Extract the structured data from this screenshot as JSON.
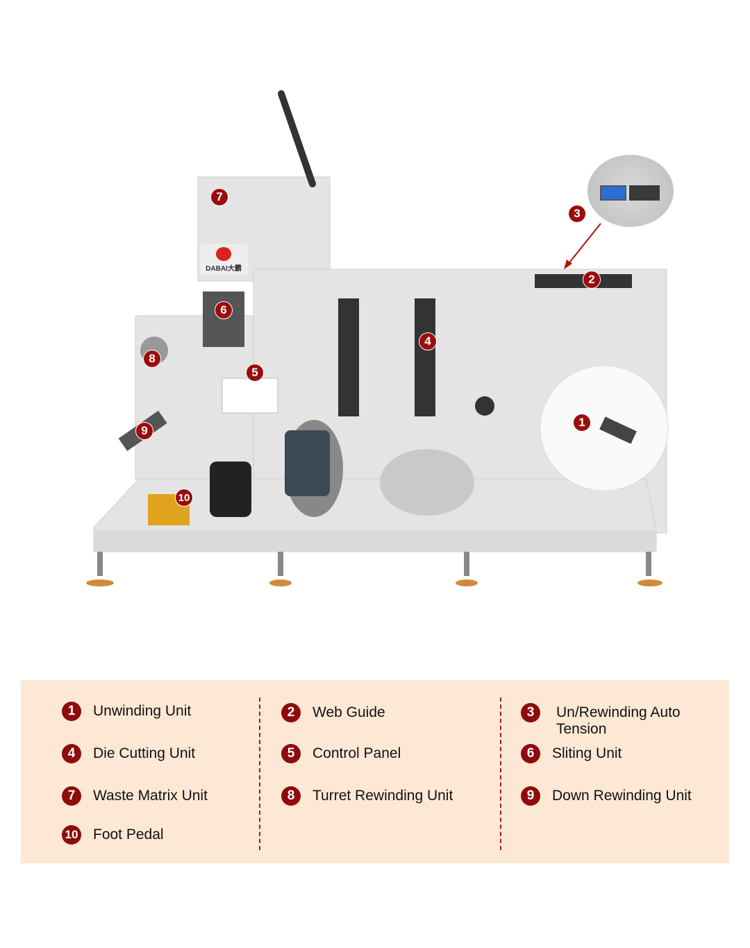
{
  "brand_logo": "DABAI大霸",
  "callouts": [
    "1",
    "2",
    "3",
    "4",
    "5",
    "6",
    "7",
    "8",
    "9",
    "10"
  ],
  "legend": [
    {
      "num": "1",
      "label": "Unwinding Unit"
    },
    {
      "num": "2",
      "label": "Web Guide"
    },
    {
      "num": "3",
      "label": "Un/Rewinding Auto Tension"
    },
    {
      "num": "4",
      "label": "Die Cutting Unit"
    },
    {
      "num": "5",
      "label": "Control Panel"
    },
    {
      "num": "6",
      "label": "Sliting Unit"
    },
    {
      "num": "7",
      "label": "Waste Matrix Unit"
    },
    {
      "num": "8",
      "label": "Turret Rewinding Unit"
    },
    {
      "num": "9",
      "label": "Down Rewinding Unit"
    },
    {
      "num": "10",
      "label": "Foot Pedal"
    }
  ],
  "colors": {
    "marker": "#8e0b0b",
    "legend_bg": "#fde8d6",
    "machine": "#e6e6e6"
  }
}
